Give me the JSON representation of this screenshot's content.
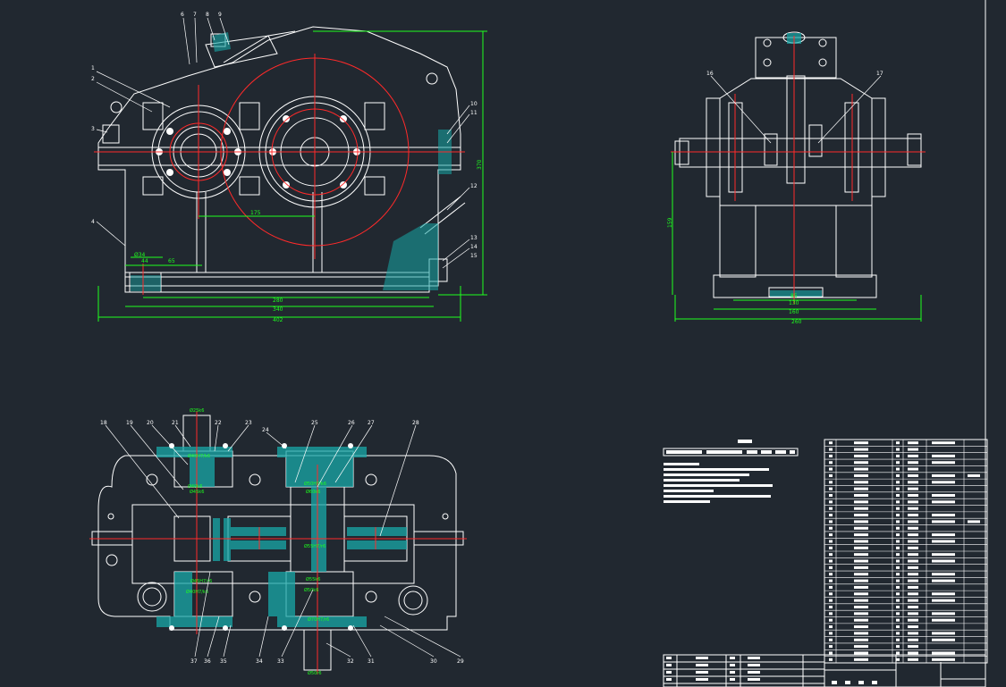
{
  "drawing": {
    "colors": {
      "background": "#212830",
      "outline": "#ffffff",
      "centerline": "#ff2a2a",
      "dimension": "#1eff1e",
      "hatch": "#1fc7c7",
      "leader": "#ffffff"
    },
    "front_view": {
      "part_labels_top": [
        "6",
        "7",
        "8",
        "9"
      ],
      "part_labels_left": [
        "1",
        "2",
        "3",
        "4"
      ],
      "part_labels_right": [
        "10",
        "11",
        "12",
        "13",
        "14",
        "15"
      ],
      "dimensions": {
        "center_distance": "175",
        "foot_a": "Ø34",
        "foot_b": "44",
        "foot_c": "65",
        "overall_height": "370",
        "base_inner": "280",
        "base_mid": "340",
        "base_outer": "402"
      }
    },
    "side_view": {
      "part_labels": [
        "16",
        "17"
      ],
      "dimensions": {
        "height": "159",
        "slot": "85",
        "inner_width": "130",
        "base_width": "160",
        "overall_width": "260"
      }
    },
    "top_view": {
      "part_labels_top": [
        "18",
        "19",
        "20",
        "21",
        "22",
        "23",
        "24",
        "25",
        "26",
        "27",
        "28"
      ],
      "part_labels_bottom": [
        "37",
        "36",
        "35",
        "34",
        "33",
        "32",
        "31",
        "30",
        "29"
      ],
      "fits": {
        "input_shaft": "Ø25k6",
        "input_bearing_a": "Ø40H7/k6",
        "input_bearing_b": "Ø40k6",
        "gear_fit_a": "Ø45k6",
        "gear_fit_b": "Ø45H7/r6",
        "mid_bearing_a": "Ø50H7/k6",
        "mid_bearing_b": "Ø60k6",
        "mid_gear": "Ø55H7/r6",
        "mid_shaft_a": "Ø55k6",
        "mid_shaft_b": "Ø50k6",
        "out_gear": "Ø70H7/r6",
        "out_shaft": "Ø50r6"
      }
    },
    "notes_title": "——",
    "notes_lines": 8,
    "parts_list_rows": 34
  }
}
